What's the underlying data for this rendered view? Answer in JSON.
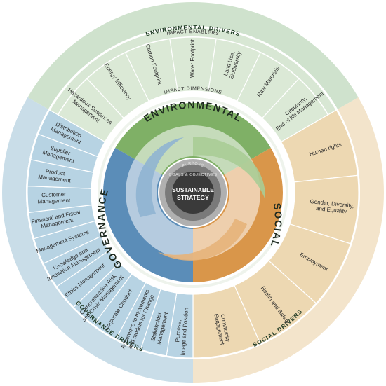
{
  "rings": {
    "environmental_drivers": "ENVIRONMENTAL DRIVERS",
    "governance_drivers": "GOVERNANCE DRIVERS",
    "social_drivers": "SOCIAL DRIVERS",
    "impact_enablers": "IMPACT ENABLERS",
    "impact_dimensions": "IMPACT DIMENSIONS"
  },
  "dimensions": {
    "environmental": "ENVIRONMENTAL",
    "social": "SOCIAL",
    "governance": "GOVERNANCE"
  },
  "core": {
    "line1": "SUSTAINABLE",
    "line2": "STRATEGY",
    "purpose": "PURPOSE",
    "goals": "GOALS & OBJECTIVES"
  },
  "environmental_items": [
    [
      "Hazardous Sustances",
      "Management"
    ],
    [
      "Energy Efficiency"
    ],
    [
      "Carbon Footprint"
    ],
    [
      "Water Footprint"
    ],
    [
      "Land Use,",
      "Biodiversity"
    ],
    [
      "Raw Materials"
    ],
    [
      "Circularity,",
      "End of life Management"
    ]
  ],
  "social_items": [
    [
      "Human rights"
    ],
    [
      "Gender, Diversity,",
      "and Equality"
    ],
    [
      "Employment"
    ],
    [
      "Health and Safety"
    ],
    [
      "Community",
      "Engagement"
    ]
  ],
  "governance_items": [
    [
      "Purpose,",
      "Image and Position"
    ],
    [
      "Stakeholder",
      "Management"
    ],
    [
      "Adherence to movements",
      "and models for Change"
    ],
    [
      "Corporate Conduct"
    ],
    [
      "Comprehensive Risk",
      "and Crisis Management"
    ],
    [
      "Ethics Management"
    ],
    [
      "Knowledge and",
      "Innovation Management"
    ],
    [
      "Management Systems"
    ],
    [
      "Financial and Fiscal",
      "Management"
    ],
    [
      "Customer",
      "Management"
    ],
    [
      "Product",
      "Management"
    ],
    [
      "Supplier",
      "Management"
    ],
    [
      "Distribution",
      "Management"
    ]
  ],
  "colors": {
    "env_outer": "#cfe2cd",
    "env_band": "#d8e7d4",
    "env_seg": "#dbe9d6",
    "env_dim": "#7fb066",
    "soc_outer": "#f3e4cb",
    "soc_seg": "#edd8b2",
    "soc_dim": "#d9964a",
    "gov_outer": "#c9dde8",
    "gov_seg": "#b7d3e3",
    "gov_dim": "#5b8db8",
    "core_dark": "#3a3a3a",
    "core_ring": "#8c8c8c"
  }
}
